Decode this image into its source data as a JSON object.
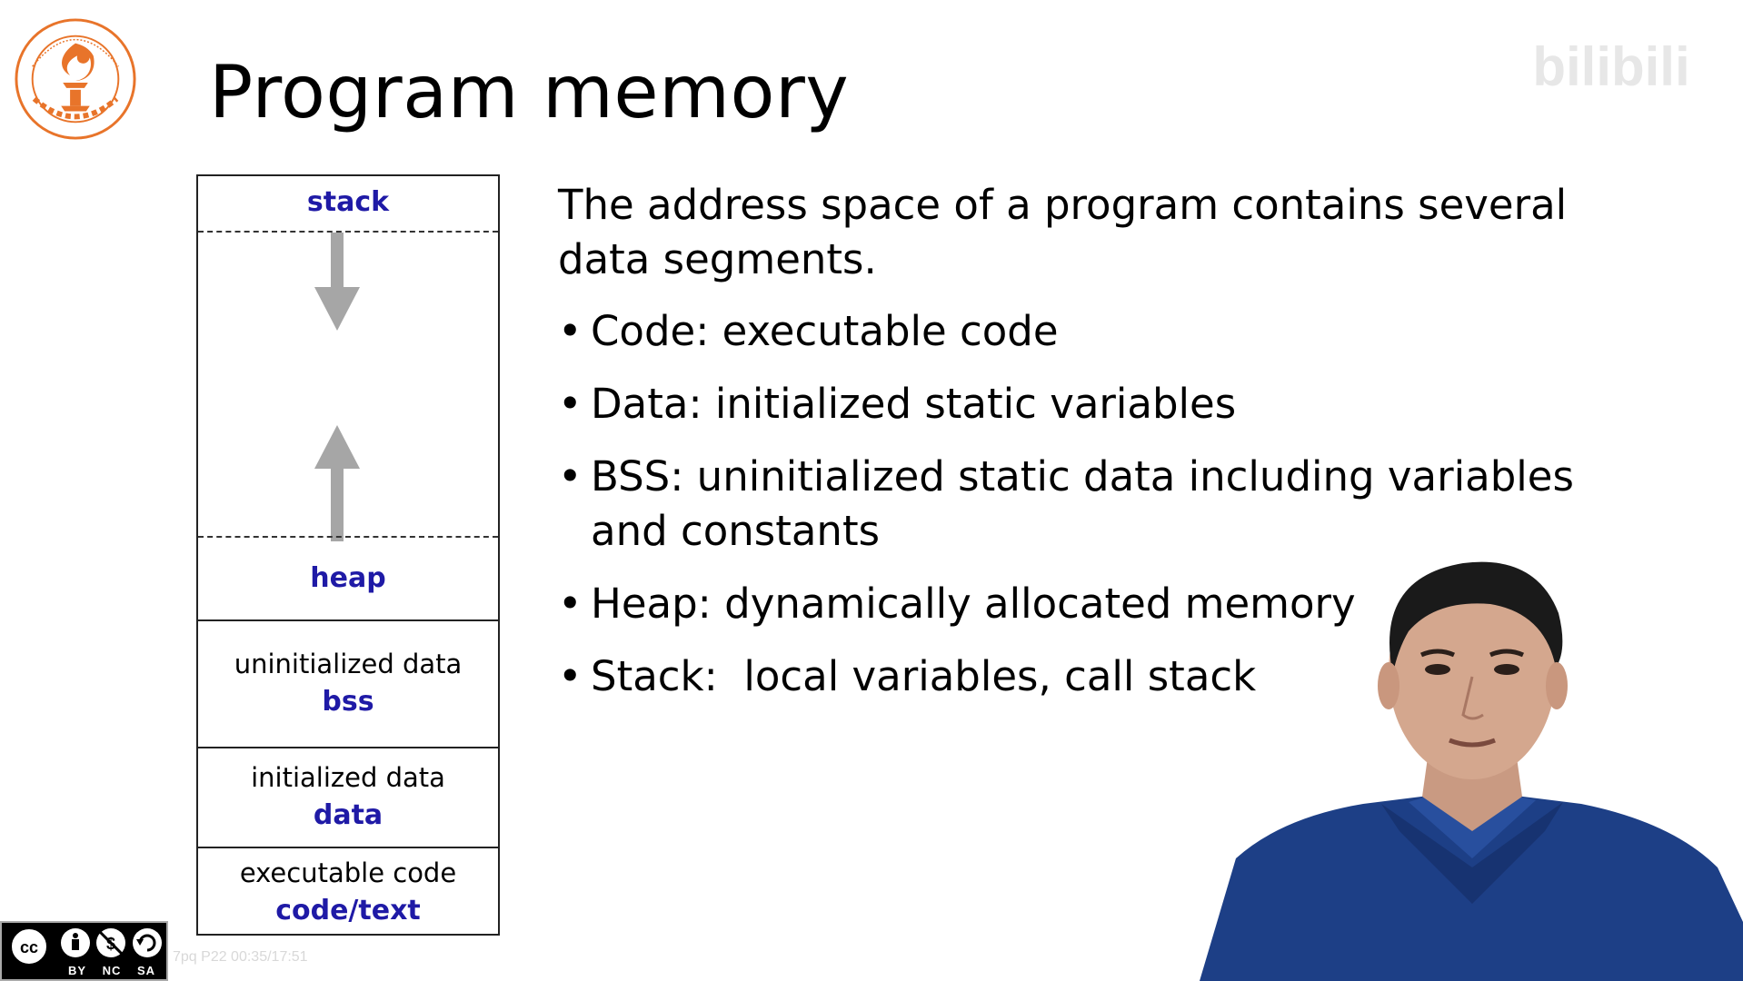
{
  "slide": {
    "title": "Program memory",
    "watermark": "bilibili",
    "logo_ring_text": "SOUTHERN UNIVERSITY OF SCIENCE AND TECHNOLOGY",
    "logo_bottom_text": "南方科技大学"
  },
  "memory_layout": {
    "stack_label": "stack",
    "heap_label": "heap",
    "bss": {
      "description": "uninitialized data",
      "label": "bss"
    },
    "data": {
      "description": "initialized data",
      "label": "data"
    },
    "code": {
      "description": "executable code",
      "label": "code/text"
    }
  },
  "content": {
    "intro": "The address space of a program contains several data segments.",
    "bullets": [
      "Code: executable code",
      "Data: initialized static variables",
      "BSS: uninitialized static data including variables and constants",
      "Heap: dynamically allocated memory",
      "Stack:  local variables, call stack"
    ],
    "bullet_char": "•"
  },
  "overlay": {
    "cc_labels": [
      "BY",
      "NC",
      "SA"
    ],
    "video_info": "7pq P22 00:35/17:51"
  },
  "colors": {
    "segment_label": "#1f1aa6",
    "logo_orange": "#e8742a"
  }
}
